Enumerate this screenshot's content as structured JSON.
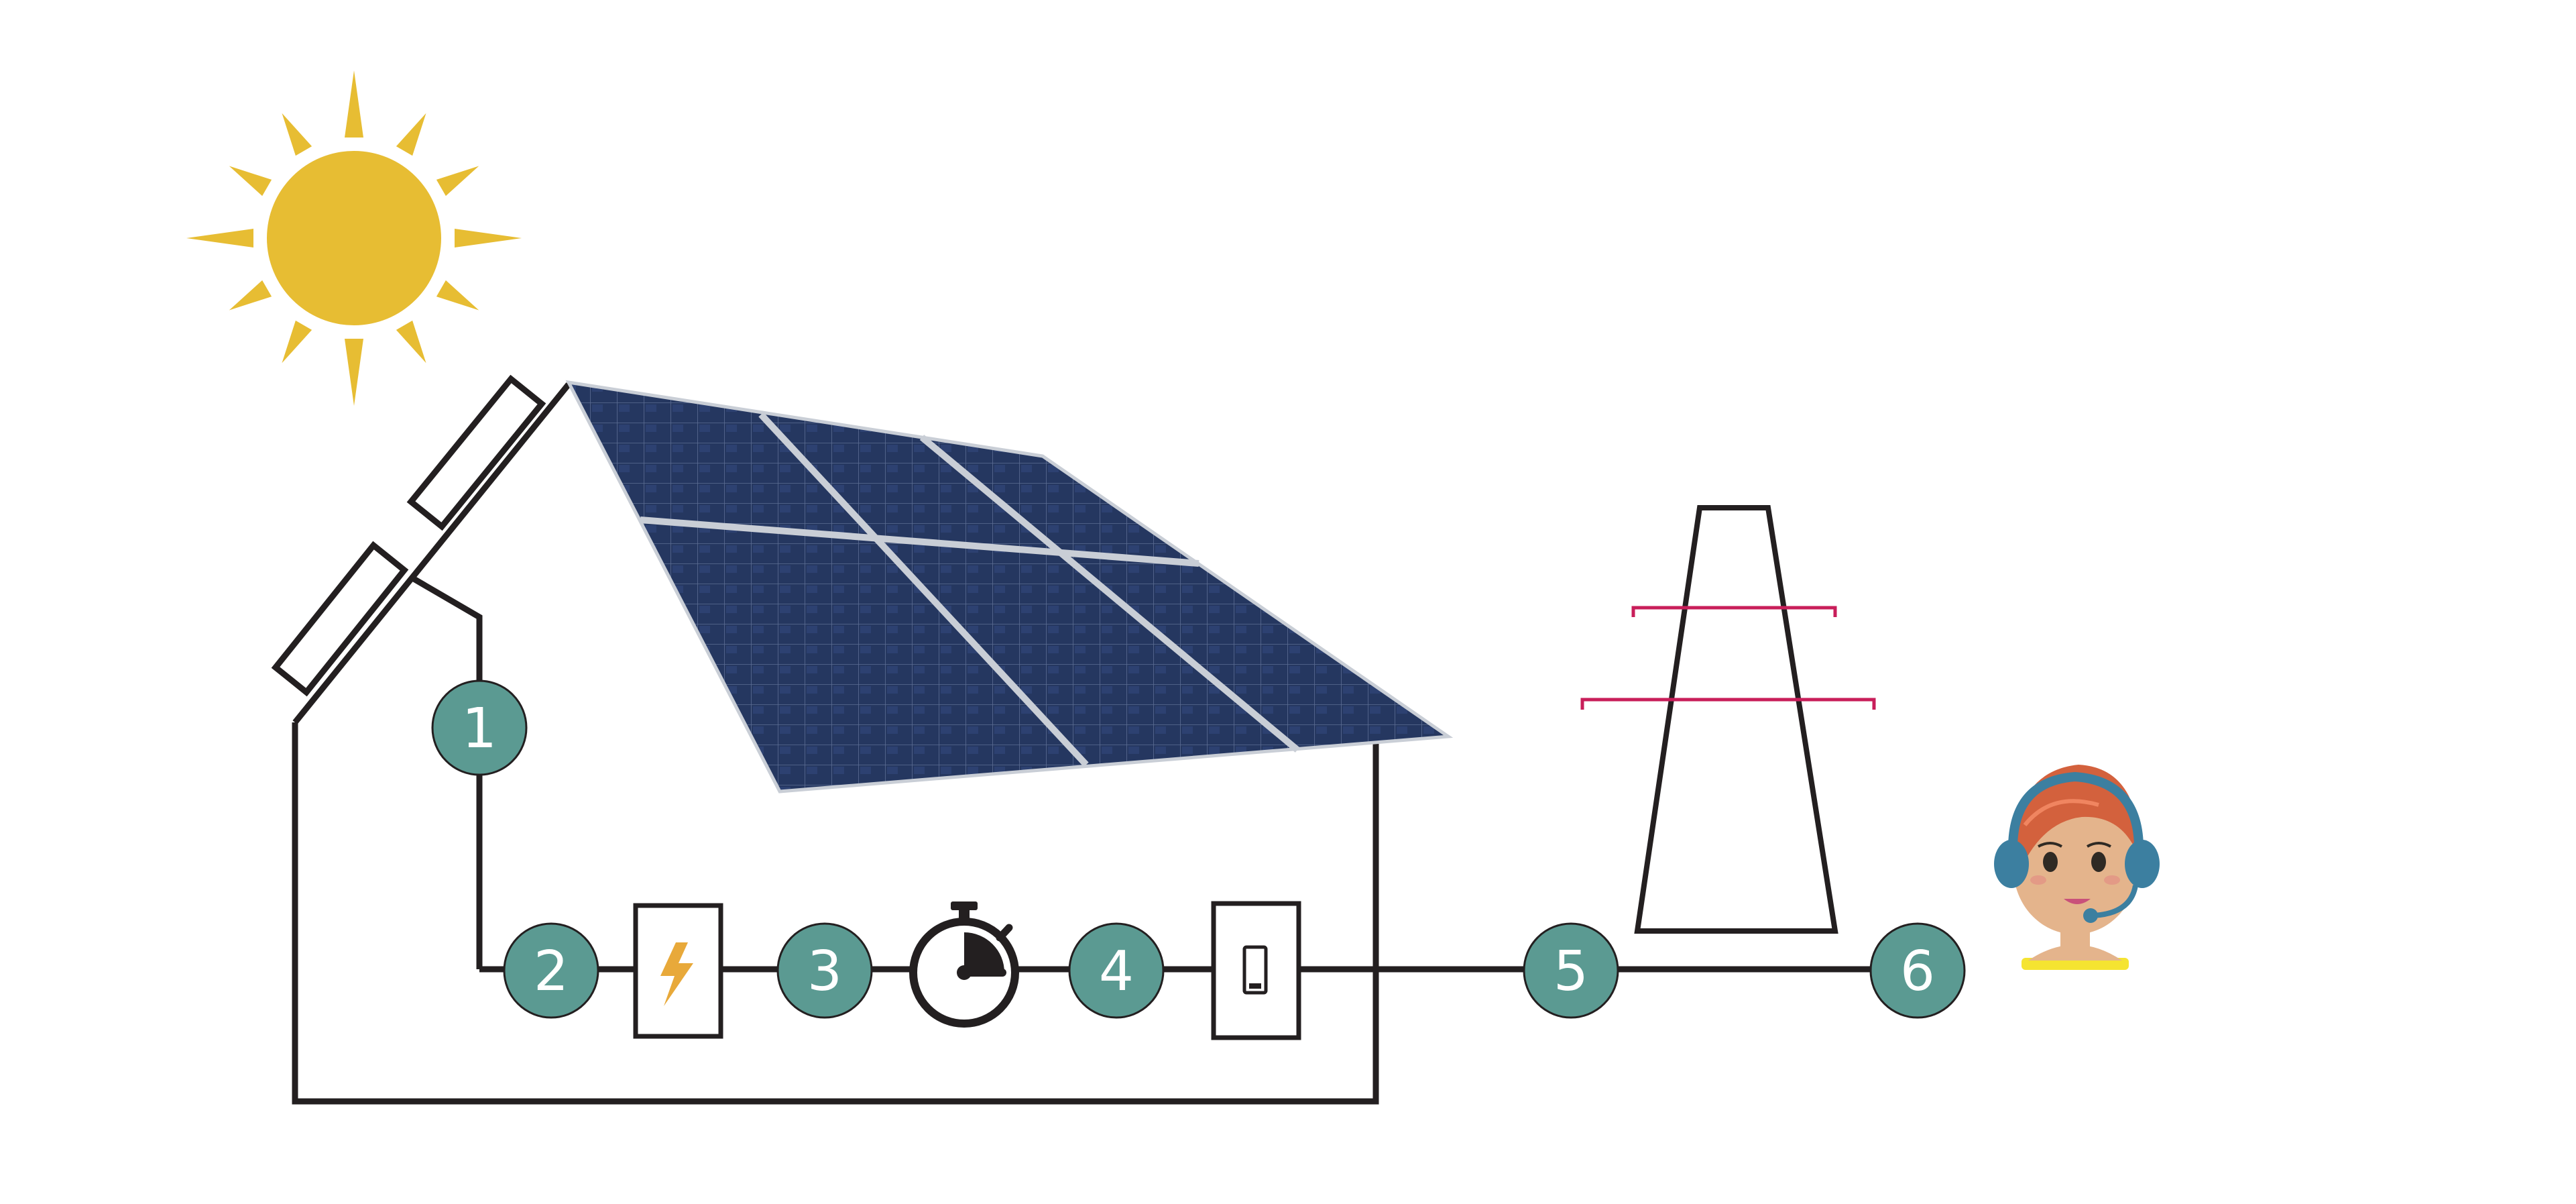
{
  "steps": [
    "1",
    "2",
    "3",
    "4",
    "5",
    "6"
  ],
  "icons": {
    "sun": "sun-icon",
    "solar_panels": "solar-panel-array",
    "rooftop_panels": "rooftop-panel-icon",
    "inverter": "lightning-bolt-icon",
    "timer": "stopwatch-icon",
    "meter": "meter-icon",
    "pylon": "transmission-tower-icon",
    "operator": "support-agent-icon"
  },
  "colors": {
    "step_fill": "#5b9a92",
    "line": "#231f20",
    "sun": "#e7bd33",
    "bolt": "#e8a93a",
    "pylon_arms": "#c81e5a",
    "panel_base": "#253760",
    "panel_frame": "#c9ced6",
    "hair": "#d3613d",
    "skin": "#e4b48c",
    "headset": "#3c7fa0",
    "collar": "#f5e431"
  }
}
